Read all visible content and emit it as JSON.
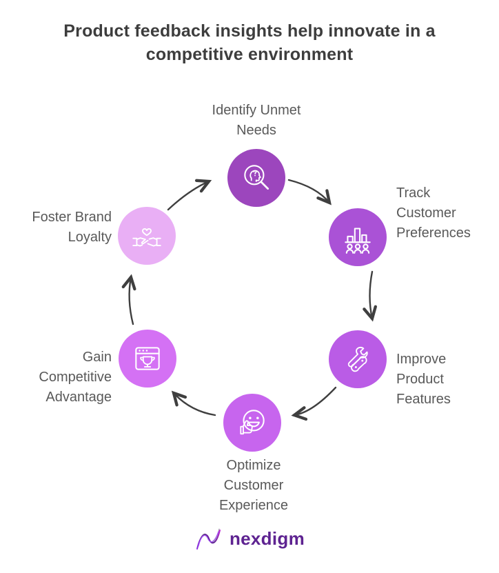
{
  "title": "Product feedback insights help innovate in a competitive environment",
  "arrow_color": "#3f3f3f",
  "label_color": "#595959",
  "nodes": [
    {
      "id": "identify-unmet-needs",
      "label": "Identify Unmet\nNeeds",
      "icon": "head-magnifier-icon",
      "color": "#9c46bd"
    },
    {
      "id": "track-customer-preferences",
      "label": "Track\nCustomer\nPreferences",
      "icon": "bar-chart-people-icon",
      "color": "#aa52d6"
    },
    {
      "id": "improve-product-features",
      "label": "Improve\nProduct\nFeatures",
      "icon": "tools-icon",
      "color": "#ba5ce6"
    },
    {
      "id": "optimize-customer-experience",
      "label": "Optimize\nCustomer\nExperience",
      "icon": "smiley-thumbs-up-icon",
      "color": "#c765ee"
    },
    {
      "id": "gain-competitive-advantage",
      "label": "Gain\nCompetitive\nAdvantage",
      "icon": "browser-trophy-icon",
      "color": "#d471f4"
    },
    {
      "id": "foster-brand-loyalty",
      "label": "Foster Brand\nLoyalty",
      "icon": "handshake-heart-icon",
      "color": "#e9aff5"
    }
  ],
  "logo": {
    "text": "nexdigm"
  }
}
